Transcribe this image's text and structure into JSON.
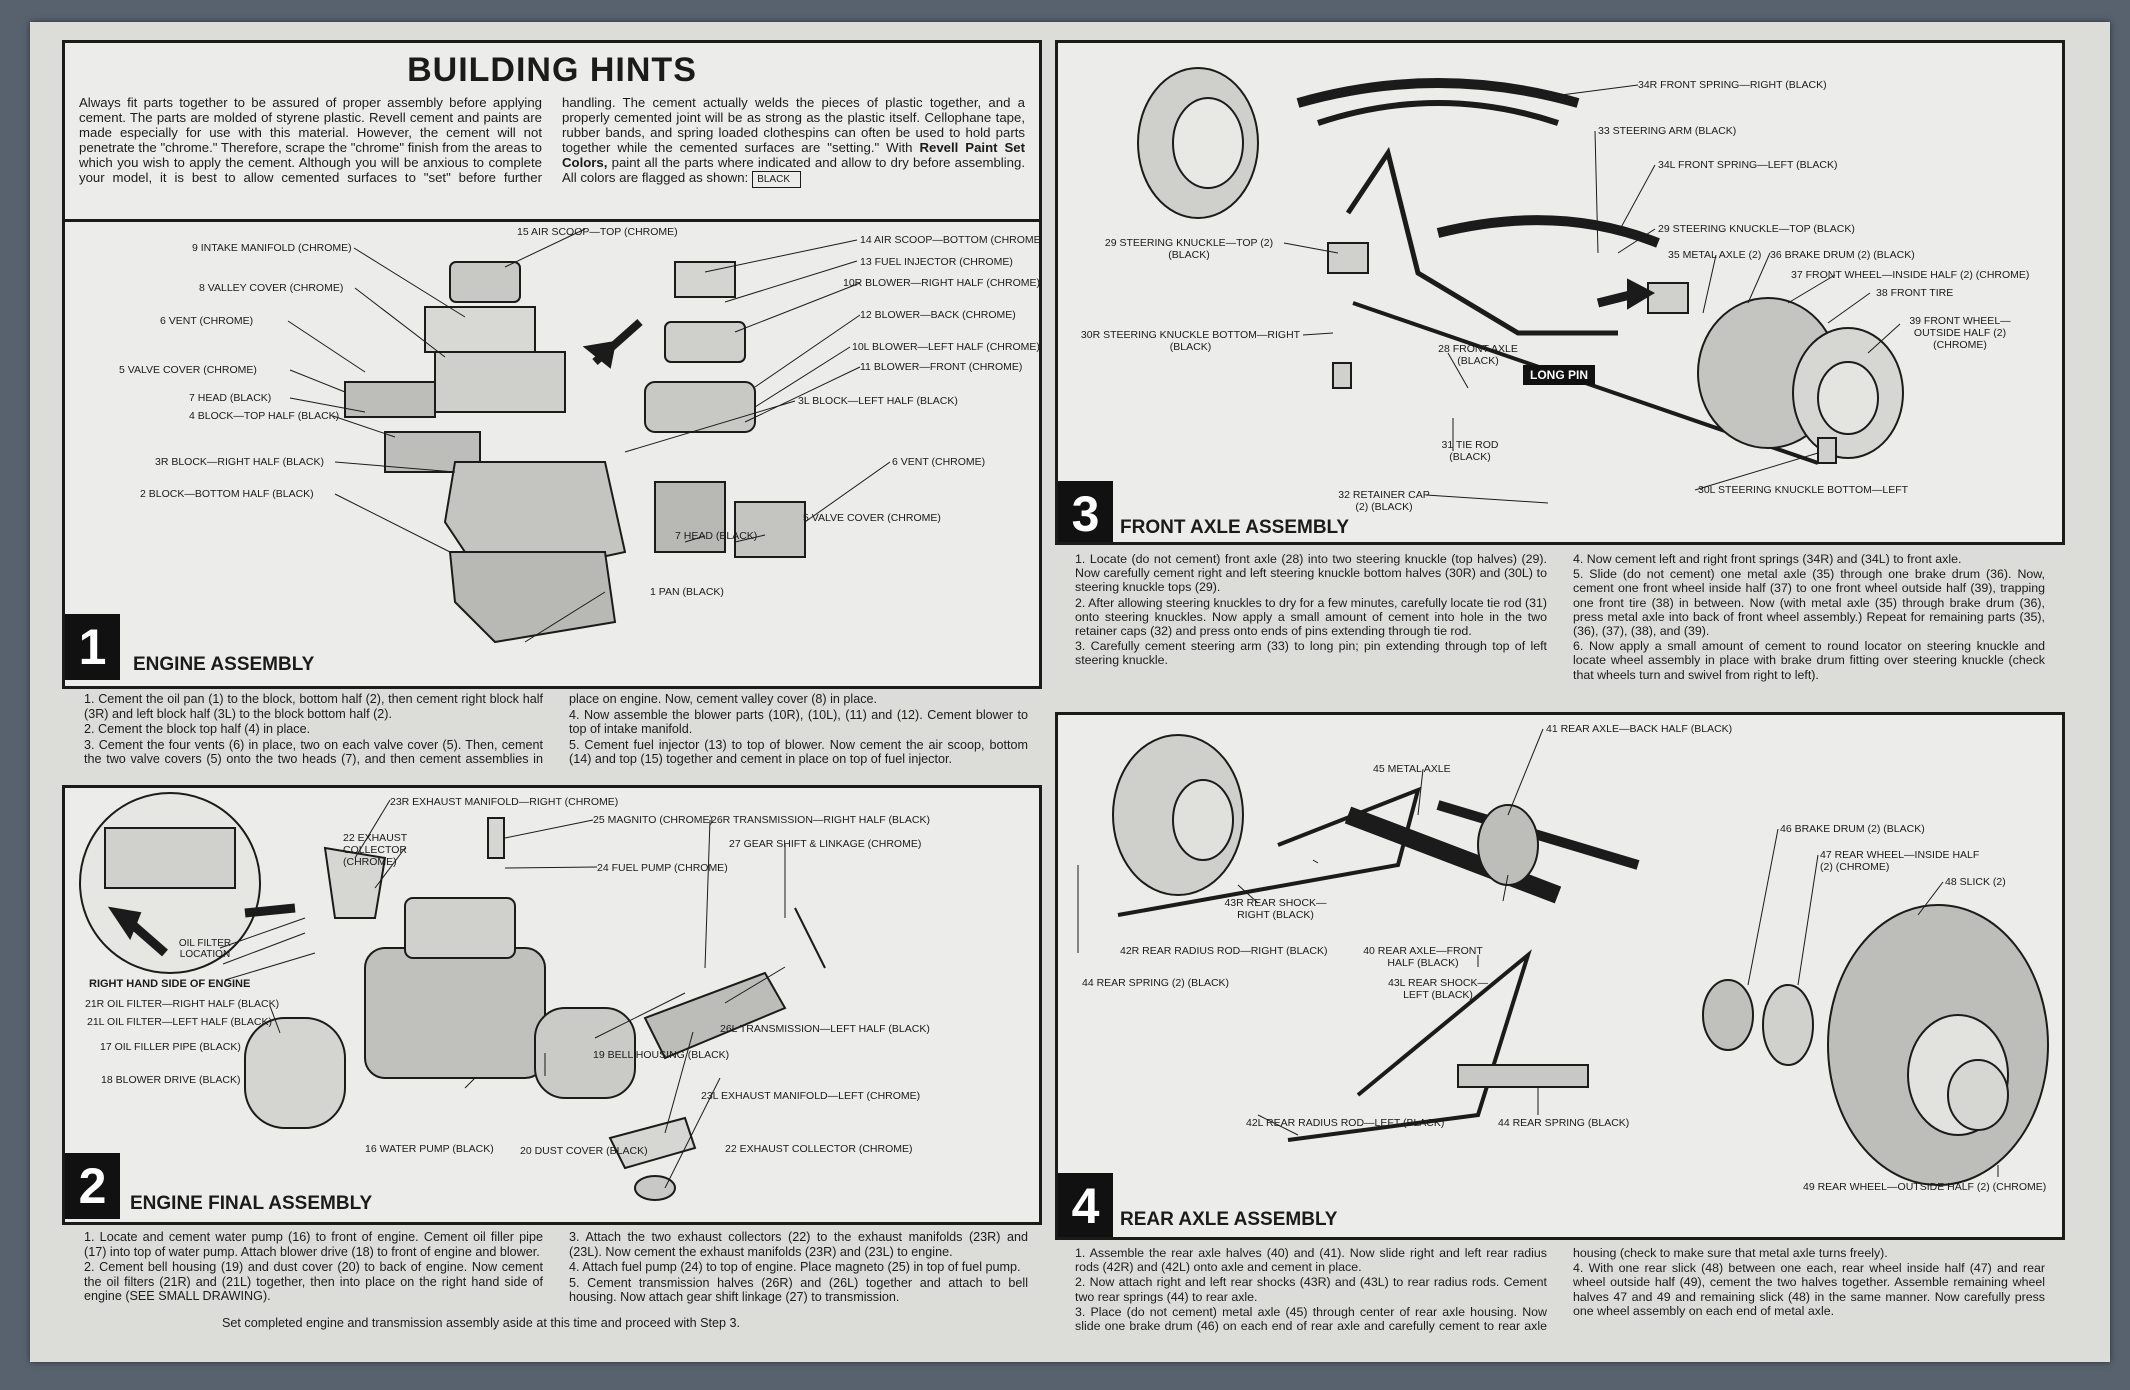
{
  "hints": {
    "title": "BUILDING HINTS",
    "body_a": "Always fit parts together to be assured of proper assembly before applying cement. The parts are molded of styrene plastic. Revell cement and paints are made especially for use with this material. However, the cement will not penetrate the \"chrome.\" Therefore, scrape the \"chrome\" finish from the areas to which you wish to apply the cement. Although you will be anxious to complete your model, it is best to allow cemented surfaces to \"set\" before further handling. The cement actually welds the pieces of plastic together, and a properly cemented joint will be as strong as the plastic itself. Cellophane tape, rubber bands, and spring loaded clothespins can often be used to hold parts together while the cemented surfaces are \"setting.\" With ",
    "brand": "Revell Paint Set Colors,",
    "body_b": " paint all the parts where indicated and allow to dry before assembling. All colors are flagged as shown:",
    "flag_example": "BLACK"
  },
  "step1": {
    "number": "1",
    "title": "ENGINE ASSEMBLY",
    "labels": [
      "15 AIR SCOOP—TOP (CHROME)",
      "14 AIR SCOOP—BOTTOM (CHROME)",
      "9 INTAKE MANIFOLD (CHROME)",
      "13 FUEL INJECTOR (CHROME)",
      "10R BLOWER—RIGHT HALF (CHROME)",
      "8 VALLEY COVER (CHROME)",
      "12 BLOWER—BACK (CHROME)",
      "6 VENT (CHROME)",
      "10L BLOWER—LEFT HALF (CHROME)",
      "5 VALVE COVER (CHROME)",
      "11 BLOWER—FRONT (CHROME)",
      "7 HEAD (BLACK)",
      "3L BLOCK—LEFT HALF (BLACK)",
      "4 BLOCK—TOP HALF (BLACK)",
      "3R BLOCK—RIGHT HALF (BLACK)",
      "6 VENT (CHROME)",
      "2 BLOCK—BOTTOM HALF (BLACK)",
      "5 VALVE COVER (CHROME)",
      "7 HEAD (BLACK)",
      "1 PAN (BLACK)"
    ],
    "instructions": [
      "1. Cement the oil pan (1) to the block, bottom half (2), then cement right block half (3R) and left block half (3L) to the block bottom half (2).",
      "2. Cement the block top half (4) in place.",
      "3. Cement the four vents (6) in place, two on each valve cover (5). Then, cement the two valve covers (5) onto the two heads (7), and then cement assemblies in place on engine. Now, cement valley cover (8) in place.",
      "4. Now assemble the blower parts (10R), (10L), (11) and (12). Cement blower to top of intake manifold.",
      "5. Cement fuel injector (13) to top of blower. Now cement the air scoop, bottom (14) and top (15) together and cement in place on top of fuel injector."
    ]
  },
  "step2": {
    "number": "2",
    "title": "ENGINE FINAL ASSEMBLY",
    "labels": [
      "23R EXHAUST MANIFOLD—RIGHT (CHROME)",
      "25 MAGNITO (CHROME)",
      "26R TRANSMISSION—RIGHT HALF (BLACK)",
      "22 EXHAUST COLLECTOR (CHROME)",
      "27 GEAR SHIFT & LINKAGE (CHROME)",
      "24 FUEL PUMP (CHROME)",
      "OIL FILTER LOCATION",
      "RIGHT HAND SIDE OF ENGINE",
      "21R OIL FILTER—RIGHT HALF (BLACK)",
      "21L OIL FILTER—LEFT HALF (BLACK)",
      "26L TRANSMISSION—LEFT HALF (BLACK)",
      "17 OIL FILLER PIPE (BLACK)",
      "19 BELL HOUSING (BLACK)",
      "18 BLOWER DRIVE (BLACK)",
      "23L EXHAUST MANIFOLD—LEFT (CHROME)",
      "16 WATER PUMP (BLACK)",
      "20 DUST COVER (BLACK)",
      "22 EXHAUST COLLECTOR (CHROME)"
    ],
    "instructions": [
      "1. Locate and cement water pump (16) to front of engine. Cement oil filler pipe (17) into top of water pump. Attach blower drive (18) to front of engine and blower.",
      "2. Cement bell housing (19) and dust cover (20) to back of engine. Now cement the oil filters (21R) and (21L) together, then into place on the right hand side of engine (SEE SMALL DRAWING).",
      "3. Attach the two exhaust collectors (22) to the exhaust manifolds (23R) and (23L). Now cement the exhaust manifolds (23R) and (23L) to engine.",
      "4. Attach fuel pump (24) to top of engine. Place magneto (25) in top of fuel pump.",
      "5. Cement transmission halves (26R) and (26L) together and attach to bell housing. Now attach gear shift linkage (27) to transmission."
    ],
    "footer": "Set completed engine and transmission assembly aside at this time and proceed with Step 3."
  },
  "step3": {
    "number": "3",
    "title": "FRONT AXLE ASSEMBLY",
    "long_pin": "LONG PIN",
    "labels": [
      "34R FRONT SPRING—RIGHT (BLACK)",
      "33 STEERING ARM (BLACK)",
      "34L FRONT SPRING—LEFT (BLACK)",
      "29 STEERING KNUCKLE—TOP (BLACK)",
      "29 STEERING KNUCKLE—TOP (2) (BLACK)",
      "35 METAL AXLE (2)",
      "36 BRAKE DRUM (2) (BLACK)",
      "37 FRONT WHEEL—INSIDE HALF (2) (CHROME)",
      "38 FRONT TIRE",
      "39 FRONT WHEEL— OUTSIDE HALF (2) (CHROME)",
      "30R STEERING KNUCKLE BOTTOM—RIGHT (BLACK)",
      "28 FRONT AXLE (BLACK)",
      "31 TIE ROD (BLACK)",
      "32 RETAINER CAP (2) (BLACK)",
      "30L STEERING KNUCKLE BOTTOM—LEFT"
    ],
    "instructions": [
      "1. Locate (do not cement) front axle (28) into two steering knuckle (top halves) (29). Now carefully cement right and left steering knuckle bottom halves (30R) and (30L) to steering knuckle tops (29).",
      "2. After allowing steering knuckles to dry for a few minutes, carefully locate tie rod (31) onto steering knuckles. Now apply a small amount of cement into hole in the two retainer caps (32) and press onto ends of pins extending through tie rod.",
      "3. Carefully cement steering arm (33) to long pin; pin extending through top of left steering knuckle.",
      "4. Now cement left and right front springs (34R) and (34L) to front axle.",
      "5. Slide (do not cement) one metal axle (35) through one brake drum (36). Now, cement one front wheel inside half (37) to one front wheel outside half (39), trapping one front tire (38) in between. Now (with metal axle (35) through brake drum (36), press metal axle into back of front wheel assembly.) Repeat for remaining parts (35), (36), (37), (38), and (39).",
      "6. Now apply a small amount of cement to round locator on steering knuckle and locate wheel assembly in place with brake drum fitting over steering knuckle (check that wheels turn and swivel from right to left)."
    ]
  },
  "step4": {
    "number": "4",
    "title": "REAR AXLE ASSEMBLY",
    "labels": [
      "41 REAR AXLE—BACK HALF (BLACK)",
      "45 METAL AXLE",
      "46 BRAKE DRUM (2) (BLACK)",
      "47 REAR WHEEL—INSIDE HALF (2) (CHROME)",
      "48 SLICK (2)",
      "43R REAR SHOCK—RIGHT (BLACK)",
      "42R REAR RADIUS ROD—RIGHT (BLACK)",
      "40 REAR AXLE—FRONT HALF (BLACK)",
      "44 REAR SPRING (2) (BLACK)",
      "43L REAR SHOCK—LEFT (BLACK)",
      "42L REAR RADIUS ROD—LEFT (BLACK)",
      "44 REAR SPRING (BLACK)",
      "49 REAR WHEEL—OUTSIDE HALF (2) (CHROME)"
    ],
    "instructions": [
      "1. Assemble the rear axle halves (40) and (41). Now slide right and left rear radius rods (42R) and (42L) onto axle and cement in place.",
      "2. Now attach right and left rear shocks (43R) and (43L) to rear radius rods. Cement two rear springs (44) to rear axle.",
      "3. Place (do not cement) metal axle (45) through center of rear axle housing. Now slide one brake drum (46) on each end of rear axle and carefully cement to rear axle housing (check to make sure that metal axle turns freely).",
      "4. With one rear slick (48) between one each, rear wheel inside half (47) and rear wheel outside half (49), cement the two halves together. Assemble remaining wheel halves 47 and 49 and remaining slick (48) in the same manner. Now carefully press one wheel assembly on each end of metal axle."
    ]
  }
}
